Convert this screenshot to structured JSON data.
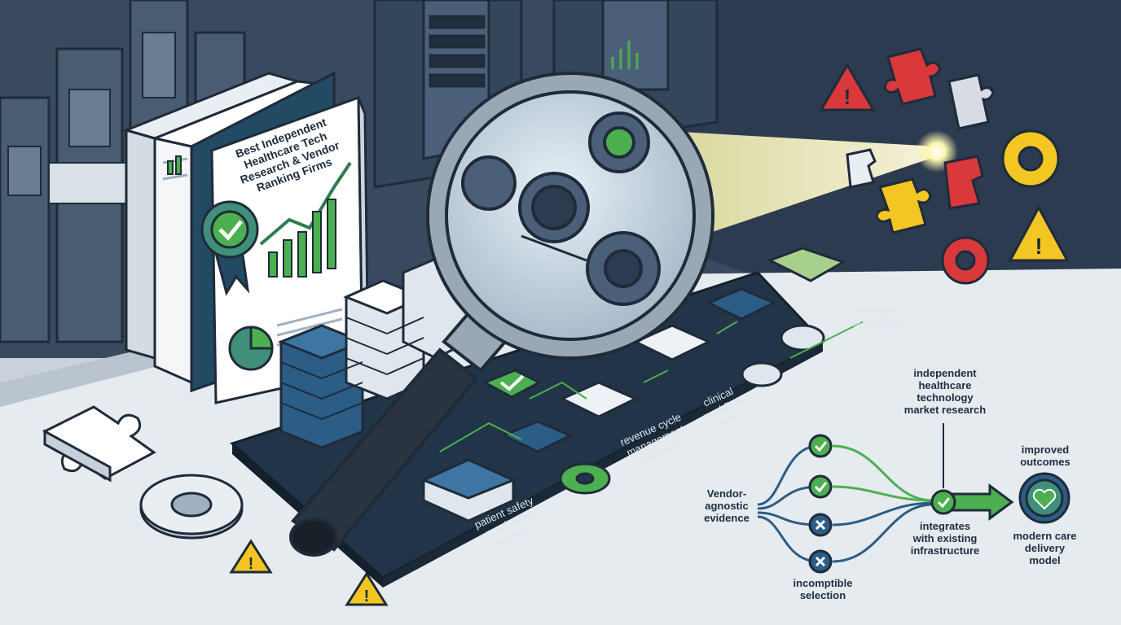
{
  "report": {
    "title_lines": [
      "Best Independent",
      "Healthcare Tech",
      "Research & Vendor",
      "Ranking Firms"
    ]
  },
  "platform_labels": {
    "patient_safety": [
      "patient safety",
      "monitoring",
      "systems"
    ],
    "revenue_cycle": [
      "revenue cycle",
      "management",
      "software"
    ],
    "clinical_workflow": [
      "clinical",
      "workflow",
      "points"
    ],
    "scalable": [
      "scalable",
      "connections"
    ]
  },
  "flow": {
    "research": [
      "independent",
      "healthcare",
      "technology",
      "market research"
    ],
    "evidence": [
      "Vendor-",
      "agnostic",
      "evidence"
    ],
    "integrates": [
      "integrates",
      "with existing",
      "infrastructure"
    ],
    "incompatible": [
      "incomptible",
      "selection"
    ],
    "outcomes": [
      "improved",
      "outcomes"
    ],
    "model": [
      "modern care",
      "delivery",
      "model"
    ]
  },
  "icons": [
    "magnifier-icon",
    "checkmark-icon",
    "x-icon",
    "gear-icon",
    "puzzle-icon",
    "warning-icon",
    "heart-icon",
    "award-ribbon-icon",
    "bar-chart-icon",
    "pie-chart-icon"
  ],
  "colors": {
    "navy": "#1f3a56",
    "green": "#4caf50",
    "teal": "#3f8f7a",
    "yellow_warning": "#f3c623",
    "red_puzzle": "#d9393b",
    "beam": "#f6f2a8"
  }
}
